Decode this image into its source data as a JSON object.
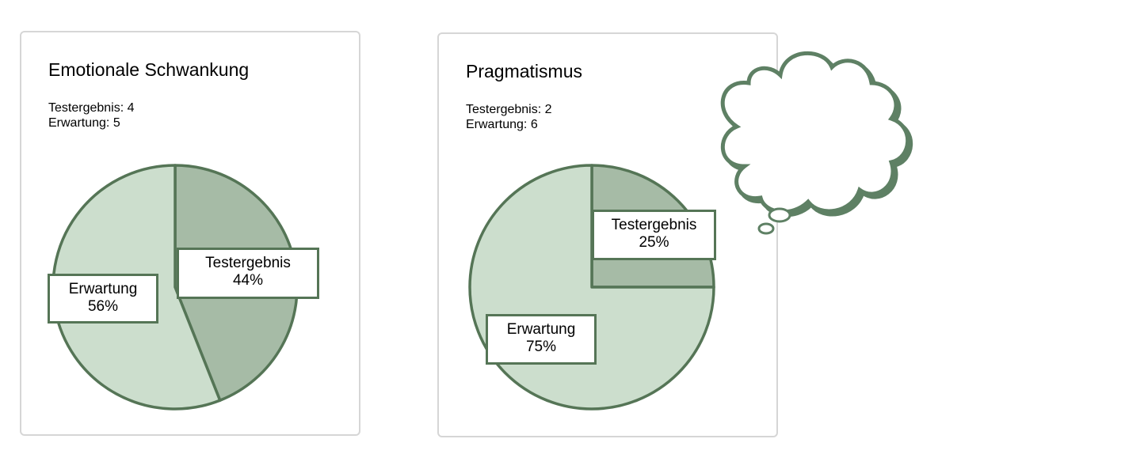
{
  "colors": {
    "stroke": "#557556",
    "testergebnis": "#a6bba6",
    "erwartung": "#ccdecd"
  },
  "chart_data": [
    {
      "type": "pie",
      "title": "Emotionale Schwankung",
      "stats": [
        "Testergebnis: 4",
        "Erwartung: 5"
      ],
      "slices": [
        {
          "name": "Testergebnis",
          "percent": 44,
          "label": "44%"
        },
        {
          "name": "Erwartung",
          "percent": 56,
          "label": "56%"
        }
      ]
    },
    {
      "type": "pie",
      "title": "Pragmatismus",
      "stats": [
        "Testergebnis: 2",
        "Erwartung: 6"
      ],
      "slices": [
        {
          "name": "Testergebnis",
          "percent": 25,
          "label": "25%"
        },
        {
          "name": "Erwartung",
          "percent": 75,
          "label": "75%"
        }
      ]
    }
  ]
}
